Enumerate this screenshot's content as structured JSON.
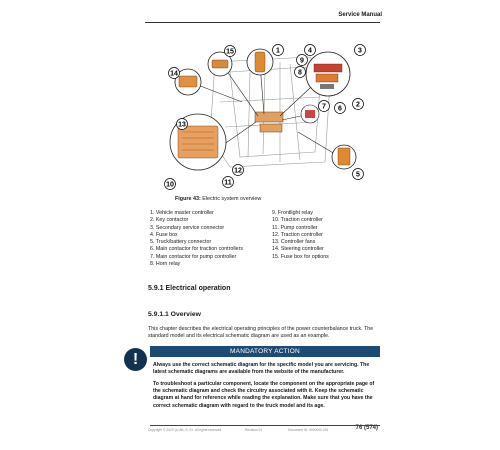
{
  "header": {
    "title": "Service Manual"
  },
  "figure": {
    "callouts": [
      "15",
      "1",
      "4",
      "3",
      "9",
      "8",
      "14",
      "7",
      "6",
      "2",
      "13",
      "12",
      "10",
      "11",
      "5"
    ],
    "caption_label": "Figure 43:",
    "caption_text": "Electric system overview"
  },
  "legend": {
    "col1": [
      "1. Vehicle master controller",
      "2. Key contactor",
      "3. Secondary service connector",
      "4. Fuse box",
      "5. Truck/battery connector",
      "6. Main contactor for traction controllers",
      "7. Main contactor for pump controller",
      "8. Horn relay"
    ],
    "col2": [
      "9. Frontlight relay",
      "10. Traction controller",
      "11. Pump controller",
      "12. Traction controller",
      "13. Controller fans",
      "14. Steering controller",
      "15. Fuse box for options"
    ]
  },
  "section": {
    "heading": "5.9.1 Electrical operation",
    "subheading": "5.9.1.1 Overview",
    "paragraph": "This chapter describes the electrical operating principles of the power counterbalance truck. The standard model and its electrical schematic diagram are used as an example."
  },
  "mandatory": {
    "icon_glyph": "!",
    "title": "MANDATORY ACTION",
    "p1": "Always use the correct schematic diagram for the specific model you are servicing. The latest schematic diagrams are available from the website of the manufacturer.",
    "p2": "To troubleshoot a particular component, locate the component on the appropriate page of the schematic diagram and check the circuitry associated with it. Keep the schematic diagram at hand for reference while reading the explanation. Make sure that you have the correct schematic diagram with regard to the truck model and its age."
  },
  "footer": {
    "copyright": "Copyright © 2023 (c) AB ,S. 01. All rights reserved",
    "revision": "Revision 01",
    "document": "Document ID: 0000000-001",
    "page": "76 (574)"
  }
}
